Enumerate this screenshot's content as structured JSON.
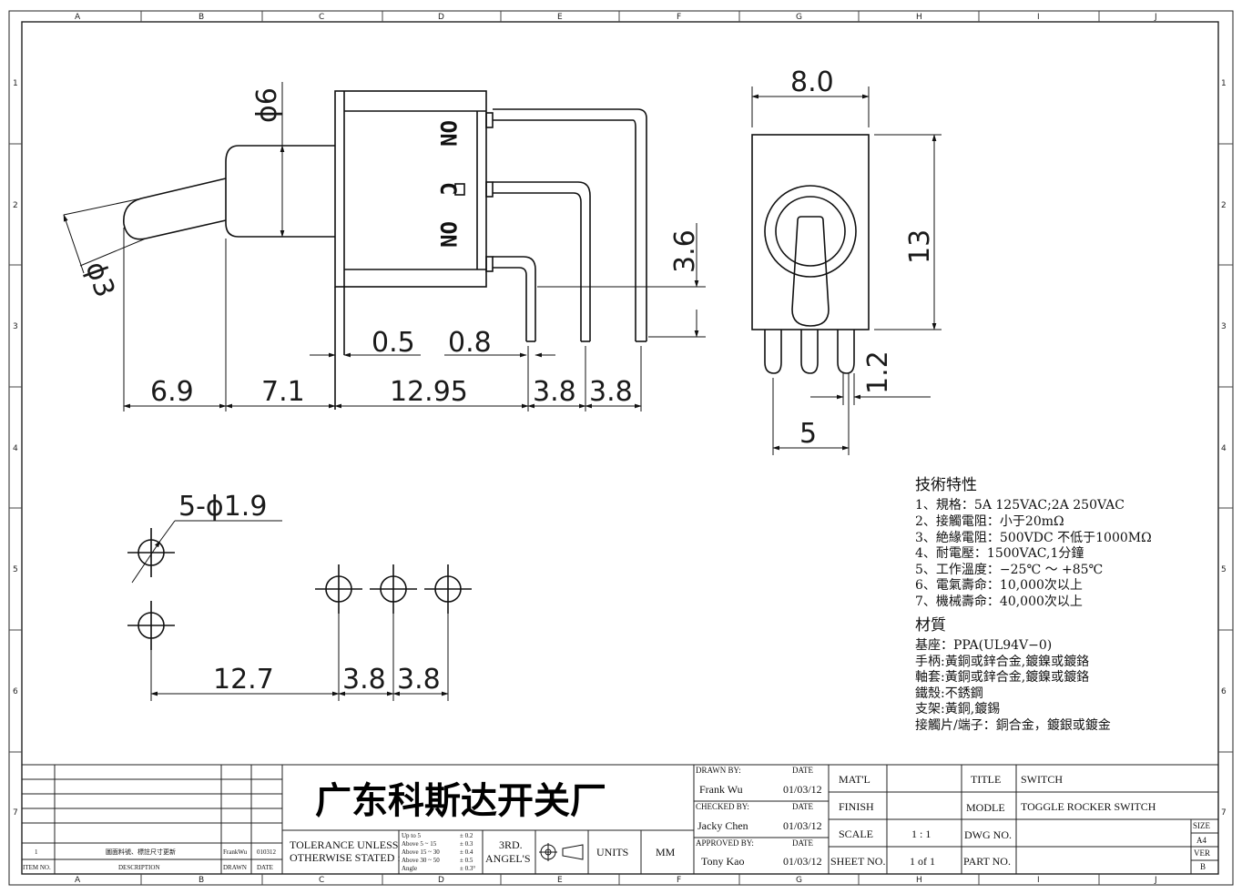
{
  "border": {
    "cols": [
      "A",
      "B",
      "C",
      "D",
      "E",
      "F",
      "G",
      "H",
      "I",
      "J"
    ],
    "rows": [
      "1",
      "2",
      "3",
      "4",
      "5",
      "6",
      "7"
    ]
  },
  "dims": {
    "phi6": "ϕ6",
    "phi3": "ϕ3",
    "d69": "6.9",
    "d71": "7.1",
    "d1295": "12.95",
    "d38a": "3.8",
    "d38b": "3.8",
    "d05": "0.5",
    "d08": "0.8",
    "d36": "3.6",
    "d80": "8.0",
    "d13": "13",
    "d12": "1.2",
    "d5": "5",
    "holes": "5-ϕ1.9",
    "d127": "12.7",
    "d38c": "3.8",
    "d38d": "3.8"
  },
  "labels": {
    "on1": "ON",
    "c": "C",
    "on2": "ON"
  },
  "specs": {
    "title": "技術特性",
    "lines": [
      "1、規格：5A 125VAC;2A 250VAC",
      "2、接觸電阻：小于20mΩ",
      "3、絶緣電阻：500VDC 不低于1000MΩ",
      "4、耐電壓：1500VAC,1分鐘",
      "5、工作溫度：−25℃ ～ +85℃",
      "6、電氣壽命：10,000次以上",
      "7、機械壽命：40,000次以上"
    ],
    "material_title": "材質",
    "material_lines": [
      "基座：PPA(UL94V−0)",
      "手柄:黃銅或鋅合金,鍍鎳或鍍鉻",
      "軸套:黃銅或鋅合金,鍍鎳或鍍鉻",
      "鐵殼:不銹鋼",
      "支架:黃銅,鍍錫",
      "接觸片/端子：銅合金，鍍銀或鍍金"
    ]
  },
  "title_block": {
    "company": "广东科斯达开关厂",
    "rev_item": "1",
    "rev_desc": "圖面料號、標註尺寸更新",
    "rev_drawn": "FrankWu",
    "rev_date": "010312",
    "col_item": "ITEM NO.",
    "col_desc": "DESCRIPTION",
    "col_drawn": "DRAWN",
    "col_date": "DATE",
    "tol_label_1": "TOLERANCE UNLESS",
    "tol_label_2": "OTHERWISE STATED :",
    "tol_rows": [
      {
        "range": "Up  to  5",
        "val": "± 0.2"
      },
      {
        "range": "Above 5  ~ 15",
        "val": "± 0.3"
      },
      {
        "range": "Above 15 ~ 30",
        "val": "± 0.4"
      },
      {
        "range": "Above 30 ~ 50",
        "val": "± 0.5"
      },
      {
        "range": "Angle",
        "val": "± 0.3°"
      }
    ],
    "angle_1": "3RD.",
    "angle_2": "ANGEL'S",
    "units_label": "UNITS",
    "units_value": "MM",
    "drawn_by_label": "DRAWN BY:",
    "date_label_1": "DATE",
    "drawn_by": "Frank Wu",
    "drawn_date": "01/03/12",
    "checked_by_label": "CHECKED BY:",
    "date_label_2": "DATE",
    "checked_by": "Jacky Chen",
    "checked_date": "01/03/12",
    "approved_by_label": "APPROVED BY:",
    "date_label_3": "DATE",
    "approved_by": "Tony Kao",
    "approved_date": "01/03/12",
    "matl_label": "MAT'L",
    "matl_value": "",
    "finish_label": "FINISH",
    "finish_value": "",
    "scale_label": "SCALE",
    "scale_value": "1 : 1",
    "sheet_label": "SHEET NO.",
    "sheet_value": "1 of 1",
    "title_label": "TITLE",
    "title_value": "SWITCH",
    "modle_label": "MODLE",
    "modle_value": "TOGGLE ROCKER SWITCH",
    "dwg_label": "DWG NO.",
    "dwg_value": "",
    "part_label": "PART NO.",
    "part_value": "",
    "size_label": "SIZE",
    "size_value": "A4",
    "ver_label": "VER",
    "ver_value": "B"
  }
}
